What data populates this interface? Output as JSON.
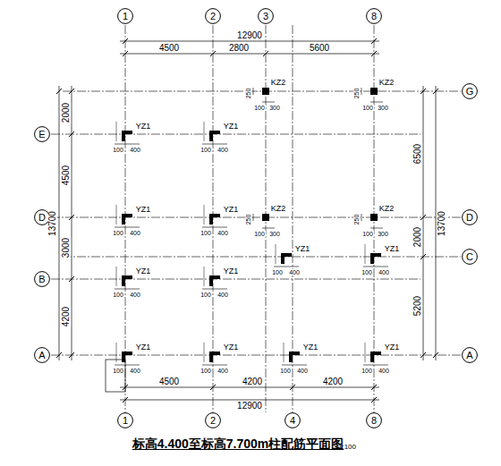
{
  "diagram": {
    "title": "标高4.400至标高7.700m柱配筋平面图",
    "nodes": [
      {
        "text": [
          "1"
        ]
      },
      {
        "text": [
          "2"
        ]
      },
      {
        "text": [
          "3"
        ]
      },
      {
        "text": [
          "8"
        ]
      },
      {
        "text": [
          "1"
        ]
      },
      {
        "text": [
          "2"
        ]
      },
      {
        "text": [
          "4"
        ]
      },
      {
        "text": [
          "8"
        ]
      },
      {
        "text": [
          "E"
        ]
      },
      {
        "text": [
          "D"
        ]
      },
      {
        "text": [
          "B"
        ]
      },
      {
        "text": [
          "A"
        ]
      },
      {
        "text": [
          "G"
        ]
      },
      {
        "text": [
          "D"
        ]
      },
      {
        "text": [
          "C"
        ]
      },
      {
        "text": [
          "A"
        ]
      }
    ],
    "labels": [
      "12900",
      "4500",
      "2800",
      "5600",
      "4500",
      "4200",
      "4200",
      "12900",
      "2000",
      "4500",
      "3000",
      "4200",
      "13700",
      "6500",
      "2000",
      "5200",
      "13700",
      "KZ2",
      "250",
      "100",
      "300",
      "KZ2",
      "250",
      "100",
      "300",
      "KZ2",
      "250",
      "100",
      "300",
      "KZ2",
      "250",
      "100",
      "300",
      "YZ1",
      "100",
      "400",
      "YZ1",
      "100",
      "400",
      "YZ1",
      "100",
      "400",
      "YZ1",
      "100",
      "400",
      "YZ1",
      "100",
      "400",
      "YZ1",
      "100",
      "400",
      "YZ1",
      "100",
      "400",
      "YZ1",
      "100",
      "400",
      "YZ1",
      "100",
      "400",
      "YZ1",
      "100",
      "400",
      "YZ1",
      "100",
      "400",
      "YZ1",
      "100",
      "400",
      "1:100"
    ]
  }
}
